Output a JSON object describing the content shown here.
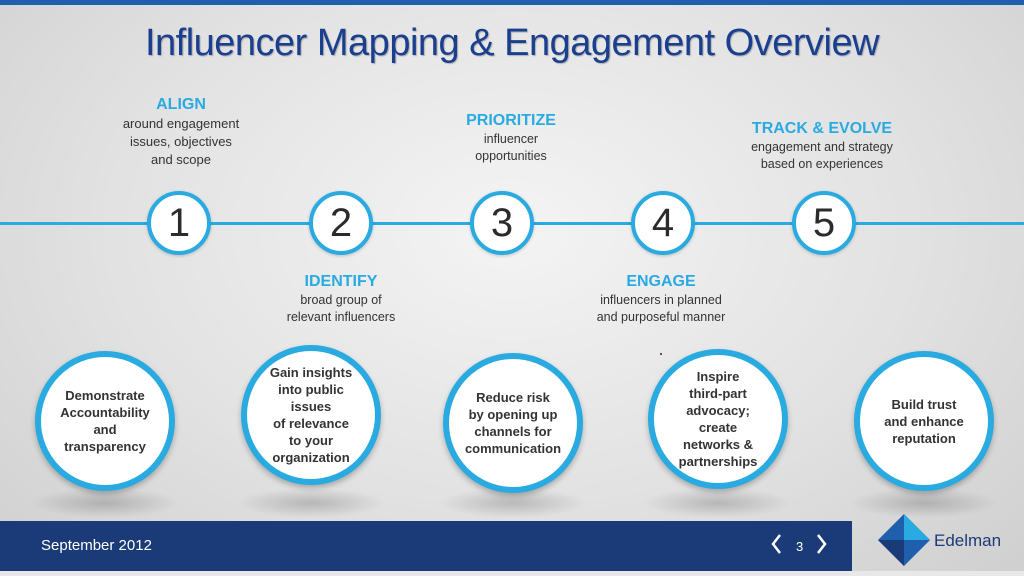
{
  "title": "Influencer Mapping & Engagement Overview",
  "steps": [
    {
      "number": "1",
      "heading": "ALIGN",
      "description": "around engagement issues, objectives and scope"
    },
    {
      "number": "2",
      "heading": "IDENTIFY",
      "description": "broad group of relevant influencers"
    },
    {
      "number": "3",
      "heading": "PRIORITIZE",
      "description": "influencer opportunities"
    },
    {
      "number": "4",
      "heading": "ENGAGE",
      "description": "influencers in planned and purposeful manner"
    },
    {
      "number": "5",
      "heading": "TRACK & EVOLVE",
      "description": "engagement and strategy based on experiences"
    }
  ],
  "step_description_lines": {
    "align": [
      "around engagement",
      "issues, objectives",
      "and scope"
    ],
    "identify": [
      "broad group of",
      "relevant influencers"
    ],
    "prioritize": [
      "influencer",
      "opportunities"
    ],
    "engage": [
      "influencers in planned",
      "and purposeful manner"
    ],
    "track": [
      "engagement and strategy",
      "based on experiences"
    ]
  },
  "benefits": [
    {
      "lines": [
        "Demonstrate",
        "Accountability and",
        "transparency"
      ]
    },
    {
      "lines": [
        "Gain insights",
        "into public issues",
        "of relevance",
        "to your",
        "organization"
      ]
    },
    {
      "lines": [
        "Reduce risk",
        "by opening up",
        "channels for",
        "communication"
      ]
    },
    {
      "lines": [
        "Inspire",
        "third-part",
        "advocacy; create",
        "networks &",
        "partnerships"
      ]
    },
    {
      "lines": [
        "Build trust",
        "and enhance",
        "reputation"
      ]
    }
  ],
  "footer": {
    "date": "September 2012",
    "page": "3",
    "prev_icon": "chevron-left-icon",
    "next_icon": "chevron-right-icon"
  },
  "brand": {
    "name": "Edelman",
    "accent_color": "#29aae1",
    "dark_color": "#1a3b78"
  }
}
